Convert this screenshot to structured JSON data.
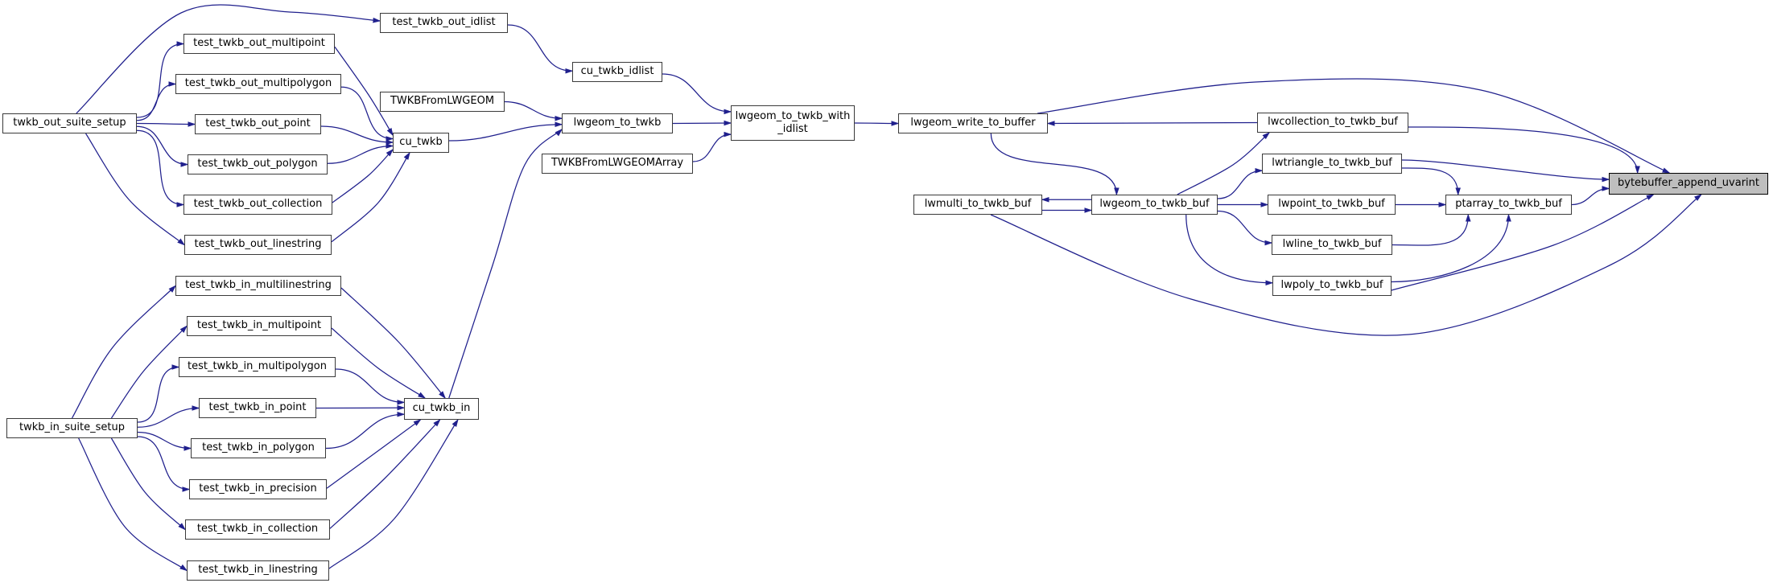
{
  "diagram": {
    "type": "call_graph",
    "highlighted_node": "bytebuffer_append_uvarint",
    "colors": {
      "edge": "#20208d",
      "node_border": "#3a3a3a",
      "node_fill": "#ffffff",
      "highlight_fill": "#bebebe",
      "highlight_border": "#000000",
      "text": "#000000",
      "background": "#ffffff"
    },
    "nodes": [
      {
        "id": "twkb_out_suite_setup",
        "label": "twkb_out_suite_setup"
      },
      {
        "id": "test_twkb_out_multipoint",
        "label": "test_twkb_out_multipoint"
      },
      {
        "id": "test_twkb_out_multipolygon",
        "label": "test_twkb_out_multipolygon"
      },
      {
        "id": "test_twkb_out_point",
        "label": "test_twkb_out_point"
      },
      {
        "id": "test_twkb_out_polygon",
        "label": "test_twkb_out_polygon"
      },
      {
        "id": "test_twkb_out_collection",
        "label": "test_twkb_out_collection"
      },
      {
        "id": "test_twkb_out_linestring",
        "label": "test_twkb_out_linestring"
      },
      {
        "id": "test_twkb_out_idlist",
        "label": "test_twkb_out_idlist"
      },
      {
        "id": "cu_twkb_idlist",
        "label": "cu_twkb_idlist"
      },
      {
        "id": "TWKBFromLWGEOM",
        "label": "TWKBFromLWGEOM"
      },
      {
        "id": "cu_twkb",
        "label": "cu_twkb"
      },
      {
        "id": "lwgeom_to_twkb",
        "label": "lwgeom_to_twkb"
      },
      {
        "id": "TWKBFromLWGEOMArray",
        "label": "TWKBFromLWGEOMArray"
      },
      {
        "id": "lwgeom_to_twkb_with_idlist",
        "label": "lwgeom_to_twkb_with_idlist",
        "lines": [
          "lwgeom_to_twkb_with",
          "_idlist"
        ]
      },
      {
        "id": "lwgeom_write_to_buffer",
        "label": "lwgeom_write_to_buffer"
      },
      {
        "id": "lwcollection_to_twkb_buf",
        "label": "lwcollection_to_twkb_buf"
      },
      {
        "id": "lwtriangle_to_twkb_buf",
        "label": "lwtriangle_to_twkb_buf"
      },
      {
        "id": "lwmulti_to_twkb_buf",
        "label": "lwmulti_to_twkb_buf"
      },
      {
        "id": "lwgeom_to_twkb_buf",
        "label": "lwgeom_to_twkb_buf"
      },
      {
        "id": "lwpoint_to_twkb_buf",
        "label": "lwpoint_to_twkb_buf"
      },
      {
        "id": "ptarray_to_twkb_buf",
        "label": "ptarray_to_twkb_buf"
      },
      {
        "id": "lwline_to_twkb_buf",
        "label": "lwline_to_twkb_buf"
      },
      {
        "id": "lwpoly_to_twkb_buf",
        "label": "lwpoly_to_twkb_buf"
      },
      {
        "id": "bytebuffer_append_uvarint",
        "label": "bytebuffer_append_uvarint"
      },
      {
        "id": "twkb_in_suite_setup",
        "label": "twkb_in_suite_setup"
      },
      {
        "id": "test_twkb_in_multilinestring",
        "label": "test_twkb_in_multilinestring"
      },
      {
        "id": "test_twkb_in_multipoint",
        "label": "test_twkb_in_multipoint"
      },
      {
        "id": "test_twkb_in_multipolygon",
        "label": "test_twkb_in_multipolygon"
      },
      {
        "id": "test_twkb_in_point",
        "label": "test_twkb_in_point"
      },
      {
        "id": "test_twkb_in_polygon",
        "label": "test_twkb_in_polygon"
      },
      {
        "id": "test_twkb_in_precision",
        "label": "test_twkb_in_precision"
      },
      {
        "id": "test_twkb_in_collection",
        "label": "test_twkb_in_collection"
      },
      {
        "id": "test_twkb_in_linestring",
        "label": "test_twkb_in_linestring"
      },
      {
        "id": "cu_twkb_in",
        "label": "cu_twkb_in"
      }
    ],
    "edges": [
      {
        "from": "twkb_out_suite_setup",
        "to": "test_twkb_out_idlist"
      },
      {
        "from": "twkb_out_suite_setup",
        "to": "test_twkb_out_multipoint"
      },
      {
        "from": "twkb_out_suite_setup",
        "to": "test_twkb_out_multipolygon"
      },
      {
        "from": "twkb_out_suite_setup",
        "to": "test_twkb_out_point"
      },
      {
        "from": "twkb_out_suite_setup",
        "to": "test_twkb_out_polygon"
      },
      {
        "from": "twkb_out_suite_setup",
        "to": "test_twkb_out_collection"
      },
      {
        "from": "twkb_out_suite_setup",
        "to": "test_twkb_out_linestring"
      },
      {
        "from": "test_twkb_out_idlist",
        "to": "cu_twkb_idlist"
      },
      {
        "from": "test_twkb_out_multipoint",
        "to": "cu_twkb"
      },
      {
        "from": "test_twkb_out_multipolygon",
        "to": "cu_twkb"
      },
      {
        "from": "test_twkb_out_point",
        "to": "cu_twkb"
      },
      {
        "from": "test_twkb_out_polygon",
        "to": "cu_twkb"
      },
      {
        "from": "test_twkb_out_collection",
        "to": "cu_twkb"
      },
      {
        "from": "test_twkb_out_linestring",
        "to": "cu_twkb"
      },
      {
        "from": "TWKBFromLWGEOM",
        "to": "lwgeom_to_twkb"
      },
      {
        "from": "cu_twkb",
        "to": "lwgeom_to_twkb"
      },
      {
        "from": "cu_twkb_in",
        "to": "lwgeom_to_twkb"
      },
      {
        "from": "cu_twkb_idlist",
        "to": "lwgeom_to_twkb_with_idlist"
      },
      {
        "from": "lwgeom_to_twkb",
        "to": "lwgeom_to_twkb_with_idlist"
      },
      {
        "from": "TWKBFromLWGEOMArray",
        "to": "lwgeom_to_twkb_with_idlist"
      },
      {
        "from": "lwgeom_to_twkb_with_idlist",
        "to": "lwgeom_write_to_buffer"
      },
      {
        "from": "twkb_in_suite_setup",
        "to": "test_twkb_in_multilinestring"
      },
      {
        "from": "twkb_in_suite_setup",
        "to": "test_twkb_in_multipoint"
      },
      {
        "from": "twkb_in_suite_setup",
        "to": "test_twkb_in_multipolygon"
      },
      {
        "from": "twkb_in_suite_setup",
        "to": "test_twkb_in_point"
      },
      {
        "from": "twkb_in_suite_setup",
        "to": "test_twkb_in_polygon"
      },
      {
        "from": "twkb_in_suite_setup",
        "to": "test_twkb_in_precision"
      },
      {
        "from": "twkb_in_suite_setup",
        "to": "test_twkb_in_collection"
      },
      {
        "from": "twkb_in_suite_setup",
        "to": "test_twkb_in_linestring"
      },
      {
        "from": "test_twkb_in_multilinestring",
        "to": "cu_twkb_in"
      },
      {
        "from": "test_twkb_in_multipoint",
        "to": "cu_twkb_in"
      },
      {
        "from": "test_twkb_in_multipolygon",
        "to": "cu_twkb_in"
      },
      {
        "from": "test_twkb_in_point",
        "to": "cu_twkb_in"
      },
      {
        "from": "test_twkb_in_polygon",
        "to": "cu_twkb_in"
      },
      {
        "from": "test_twkb_in_precision",
        "to": "cu_twkb_in"
      },
      {
        "from": "test_twkb_in_collection",
        "to": "cu_twkb_in"
      },
      {
        "from": "test_twkb_in_linestring",
        "to": "cu_twkb_in"
      },
      {
        "from": "lwgeom_write_to_buffer",
        "to": "lwgeom_to_twkb_buf"
      },
      {
        "from": "lwcollection_to_twkb_buf",
        "to": "lwgeom_write_to_buffer"
      },
      {
        "from": "lwgeom_to_twkb_buf",
        "to": "lwcollection_to_twkb_buf"
      },
      {
        "from": "lwgeom_to_twkb_buf",
        "to": "lwtriangle_to_twkb_buf"
      },
      {
        "from": "lwgeom_to_twkb_buf",
        "to": "lwpoint_to_twkb_buf"
      },
      {
        "from": "lwgeom_to_twkb_buf",
        "to": "lwline_to_twkb_buf"
      },
      {
        "from": "lwgeom_to_twkb_buf",
        "to": "lwpoly_to_twkb_buf"
      },
      {
        "from": "lwgeom_to_twkb_buf",
        "to": "lwmulti_to_twkb_buf"
      },
      {
        "from": "lwmulti_to_twkb_buf",
        "to": "lwgeom_to_twkb_buf"
      },
      {
        "from": "lwpoint_to_twkb_buf",
        "to": "ptarray_to_twkb_buf"
      },
      {
        "from": "lwtriangle_to_twkb_buf",
        "to": "ptarray_to_twkb_buf"
      },
      {
        "from": "lwline_to_twkb_buf",
        "to": "ptarray_to_twkb_buf"
      },
      {
        "from": "lwpoly_to_twkb_buf",
        "to": "ptarray_to_twkb_buf"
      },
      {
        "from": "ptarray_to_twkb_buf",
        "to": "bytebuffer_append_uvarint"
      },
      {
        "from": "lwtriangle_to_twkb_buf",
        "to": "bytebuffer_append_uvarint"
      },
      {
        "from": "lwcollection_to_twkb_buf",
        "to": "bytebuffer_append_uvarint"
      },
      {
        "from": "lwgeom_write_to_buffer",
        "to": "bytebuffer_append_uvarint"
      },
      {
        "from": "lwpoly_to_twkb_buf",
        "to": "bytebuffer_append_uvarint"
      },
      {
        "from": "lwmulti_to_twkb_buf",
        "to": "bytebuffer_append_uvarint"
      }
    ]
  }
}
